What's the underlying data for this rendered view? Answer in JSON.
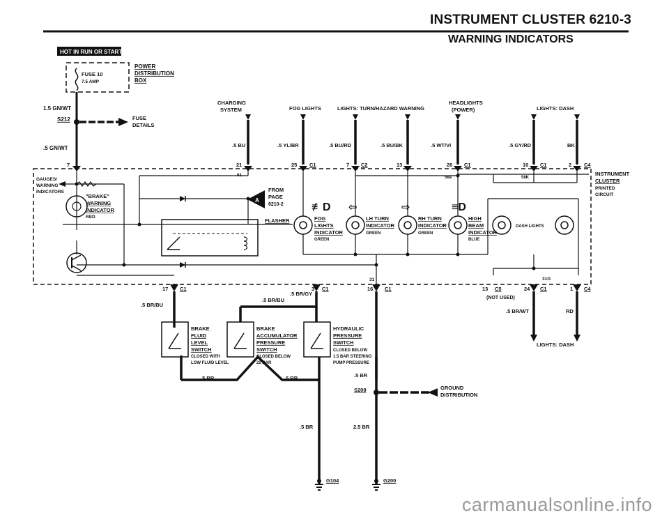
{
  "header": {
    "title": "INSTRUMENT CLUSTER 6210-3",
    "subtitle": "WARNING INDICATORS"
  },
  "watermark": "carmanualsonline.info",
  "power_source": {
    "badge": "HOT IN RUN OR START",
    "fuse_name": "FUSE 10",
    "fuse_rating": "7.5 AMP",
    "box_line1": "POWER",
    "box_line2": "DISTRIBUTION",
    "box_line3": "BOX",
    "wire_top": "1.5 GN/WT",
    "splice": "S212",
    "fuse_details_1": "FUSE",
    "fuse_details_2": "DETAILS",
    "wire_bottom": ".5 GN/WT"
  },
  "top_sources": {
    "charging_1": "CHARGING",
    "charging_2": "SYSTEM",
    "fog": "FOG LIGHTS",
    "turn": "LIGHTS: TURN/HAZARD WARNING",
    "head_1": "HEADLIGHTS",
    "head_2": "(POWER)",
    "dash": "LIGHTS: DASH"
  },
  "top_wires": {
    "charging": ".5 BU",
    "fog": ".5 YL/BR",
    "turn_lh": ".5 BU/RD",
    "turn_rh": ".5 BU/BK",
    "head": ".5 WT/VI",
    "dash_1": ".5 GY/RD",
    "dash_2": "BK"
  },
  "top_pins": {
    "p7": "7",
    "p21": "21",
    "p25": "25",
    "c1a": "C1",
    "p7b": "7",
    "c2": "C2",
    "p13": "13",
    "p26": "26",
    "c1b": "C1",
    "p10": "10",
    "c1c": "C1",
    "p2": "2",
    "c4": "C4"
  },
  "cluster": {
    "label_1": "INSTRUMENT",
    "label_2": "CLUSTER",
    "label_3": "PRINTED",
    "label_4": "CIRCUIT",
    "gauges_1": "GAUGES/",
    "gauges_2": "WARNING",
    "gauges_3": "INDICATORS",
    "node_61": "61",
    "node_56a": "56a",
    "node_58k": "58K",
    "node_31": "31",
    "node_31g": "31G",
    "from_1": "FROM",
    "from_2": "PAGE",
    "from_3": "6210-2",
    "from_tag": "A",
    "flasher": "FLASHER",
    "brake_1": "\"BRAKE\"",
    "brake_2": "WARNING",
    "brake_3": "INDICATOR",
    "brake_4": "RED",
    "fog_1": "FOG",
    "fog_2": "LIGHTS",
    "fog_3": "INDICATOR",
    "fog_4": "GREEN",
    "lh_1": "LH TURN",
    "lh_2": "INDICATOR",
    "lh_3": "GREEN",
    "rh_1": "RH TURN",
    "rh_2": "INDICATOR",
    "rh_3": "GREEN",
    "hb_1": "HIGH",
    "hb_2": "BEAM",
    "hb_3": "INDICATOR",
    "hb_4": "BLUE",
    "dash_lights": "DASH LIGHTS"
  },
  "bottom_pins": {
    "p17": "17",
    "c1a": "C1",
    "p3": "3",
    "c1b": "C1",
    "p16": "16",
    "c1c": "C1",
    "p13": "13",
    "c5": "C5",
    "not_used": "(NOT USED)",
    "p24": "24",
    "c1d": "C1",
    "p1": "1",
    "c4": "C4"
  },
  "bottom_wires": {
    "brbu_left": ".5 BR/BU",
    "brgy": ".5 BR/GY",
    "brbu_mid": ".5 BR/BU",
    "brwt": ".5 BR/WT",
    "rd": "RD",
    "dash_bottom": "LIGHTS: DASH",
    "br_left": ".5 BR",
    "br_mid": ".5 BR",
    "br_right": ".5 BR",
    "br_g104": ".5 BR",
    "br_g200": "2.5 BR"
  },
  "switches": {
    "sw1_1": "BRAKE",
    "sw1_2": "FLUID",
    "sw1_3": "LEVEL",
    "sw1_4": "SWITCH",
    "sw1_5": "CLOSED WITH",
    "sw1_6": "LOW FLUID LEVEL",
    "sw2_1": "BRAKE",
    "sw2_2": "ACCUMULATOR",
    "sw2_3": "PRESSURE",
    "sw2_4": "SWITCH",
    "sw2_5": "CLOSED BELOW",
    "sw2_6": "22 BAR",
    "sw3_1": "HYDRAULIC",
    "sw3_2": "PRESSURE",
    "sw3_3": "SWITCH",
    "sw3_4": "CLOSED BELOW",
    "sw3_5": "1.5 BAR STEERING",
    "sw3_6": "PUMP PRESSURE"
  },
  "grounds": {
    "s208": "S208",
    "dist_1": "GROUND",
    "dist_2": "DISTRIBUTION",
    "g104": "G104",
    "g200": "G200"
  }
}
